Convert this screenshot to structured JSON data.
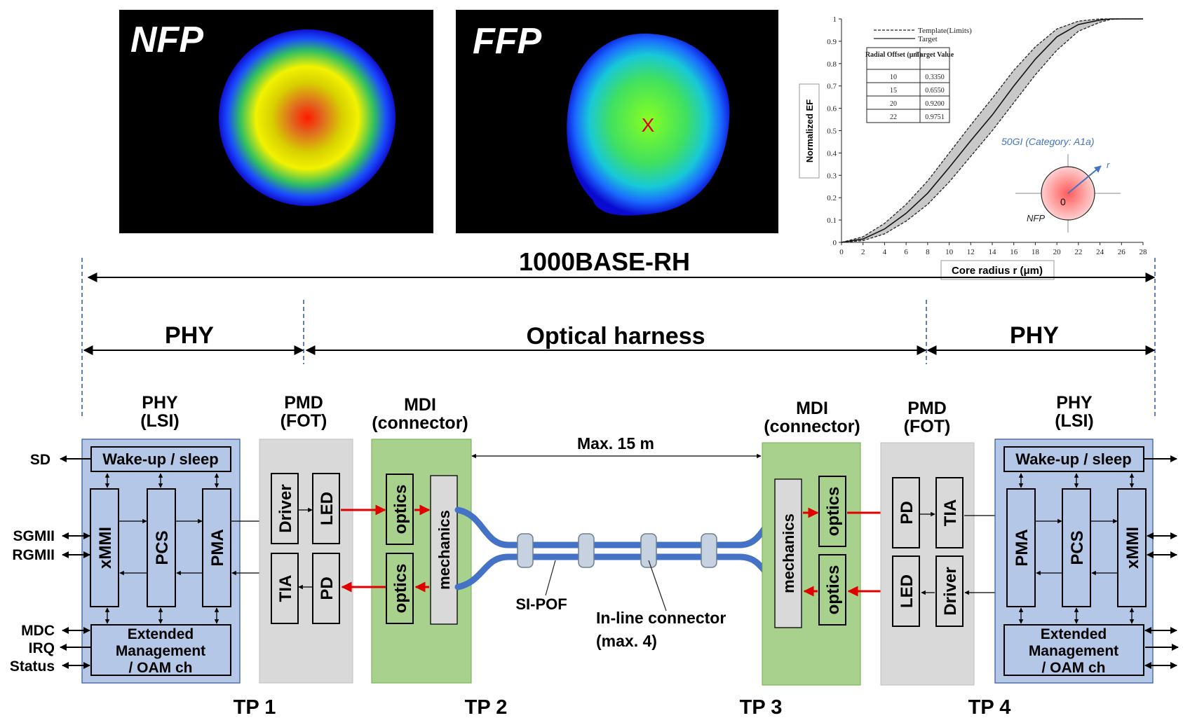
{
  "images": {
    "nfp_label": "NFP",
    "ffp_label": "FFP",
    "ffp_center_mark": "X"
  },
  "chart": {
    "ylabel": "Normalized EF",
    "xlabel": "Core radius r (μm)",
    "legend": [
      "Template(Limits)",
      "Target"
    ],
    "table_headers": [
      "Radial Offset (μm)",
      "Target Value"
    ],
    "table_rows": [
      [
        "10",
        "0.3350"
      ],
      [
        "15",
        "0.6550"
      ],
      [
        "20",
        "0.9200"
      ],
      [
        "22",
        "0.9751"
      ]
    ],
    "fiber_label": "50GI (Category: A1a)",
    "inset_r": "r",
    "inset_origin": "0",
    "inset_nfp": "NFP"
  },
  "chart_data": {
    "type": "line",
    "xlim": [
      0,
      28
    ],
    "ylim": [
      0,
      1
    ],
    "xticks": [
      0,
      2,
      4,
      6,
      8,
      10,
      12,
      14,
      16,
      18,
      20,
      22,
      24,
      26,
      28
    ],
    "yticks": [
      "0",
      "0.1",
      "0.2",
      "0.3",
      "0.4",
      "0.5",
      "0.6",
      "0.7",
      "0.8",
      "0.9",
      "1"
    ],
    "series": [
      {
        "name": "Target",
        "x": [
          0,
          2,
          4,
          6,
          8,
          10,
          12,
          14,
          16,
          18,
          20,
          22,
          24,
          25,
          26,
          28
        ],
        "y": [
          0,
          0.015,
          0.06,
          0.13,
          0.22,
          0.335,
          0.455,
          0.57,
          0.7,
          0.82,
          0.92,
          0.975,
          0.995,
          1.0,
          1.0,
          1.0
        ]
      },
      {
        "name": "Template(Limits)",
        "x": [
          0,
          2,
          4,
          6,
          8,
          10,
          12,
          14,
          16,
          18,
          20,
          22,
          24,
          25,
          26,
          28
        ],
        "y": [
          0,
          0.025,
          0.085,
          0.17,
          0.275,
          0.4,
          0.525,
          0.645,
          0.77,
          0.875,
          0.955,
          0.99,
          1.0,
          1.0,
          1.0,
          1.0
        ]
      },
      {
        "name": "Template(Limits)",
        "x": [
          0,
          2,
          4,
          6,
          8,
          10,
          12,
          14,
          16,
          18,
          20,
          22,
          24,
          25,
          26,
          28
        ],
        "y": [
          0,
          0.008,
          0.038,
          0.095,
          0.17,
          0.27,
          0.385,
          0.5,
          0.625,
          0.75,
          0.86,
          0.945,
          0.985,
          0.998,
          1.0,
          1.0
        ]
      }
    ]
  },
  "diagram": {
    "top_span": "1000BASE-RH",
    "phy_left_span": "PHY",
    "harness_span": "Optical harness",
    "phy_right_span": "PHY",
    "blocks": {
      "phy_lsi_left": [
        "PHY",
        "(LSI)"
      ],
      "pmd_fot_left": [
        "PMD",
        "(FOT)"
      ],
      "mdi_left": [
        "MDI",
        "(connector)"
      ],
      "mdi_right": [
        "MDI",
        "(connector)"
      ],
      "pmd_fot_right": [
        "PMD",
        "(FOT)"
      ],
      "phy_lsi_right": [
        "PHY",
        "(LSI)"
      ]
    },
    "wake": "Wake-up / sleep",
    "xmmi": "xMMI",
    "pcs": "PCS",
    "pma": "PMA",
    "ext_mgmt": [
      "Extended",
      "Management",
      "/ OAM ch"
    ],
    "driver": "Driver",
    "led": "LED",
    "tia": "TIA",
    "pd": "PD",
    "optics": "optics",
    "mechanics": "mechanics",
    "max_length": "Max. 15 m",
    "si_pof": "SI-POF",
    "inline_connector": [
      "In-line connector",
      "(max. 4)"
    ],
    "left_signals": [
      "SD",
      "SGMII",
      "RGMII",
      "MDC",
      "IRQ",
      "Status"
    ],
    "tp": [
      "TP 1",
      "TP 2",
      "TP 3",
      "TP 4"
    ]
  },
  "colors": {
    "phy_fill": "#b4c7e7",
    "fot_fill": "#d9d9d9",
    "mdi_fill": "#a9d18e",
    "fiber": "#4472c4",
    "signal_arrow": "#e00000"
  }
}
